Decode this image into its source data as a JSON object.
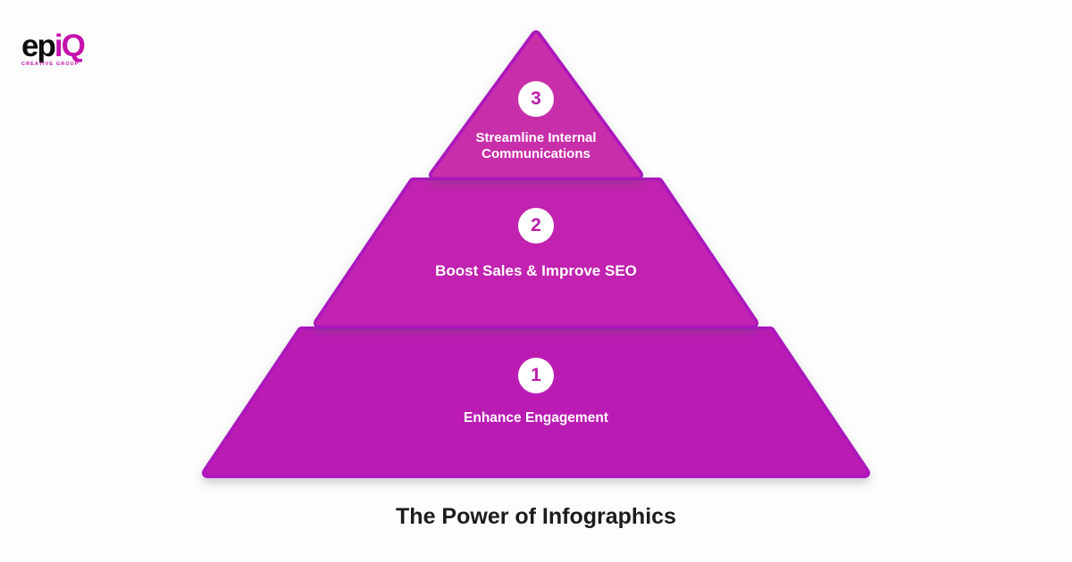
{
  "logo": {
    "text_black": "ep",
    "text_accent": "iQ",
    "subtext": "CREATIVE GROUP"
  },
  "title": "The Power of Infographics",
  "pyramid": {
    "tiers": [
      {
        "number": "3",
        "label": "Streamline Internal Communications"
      },
      {
        "number": "2",
        "label": "Boost Sales & Improve SEO"
      },
      {
        "number": "1",
        "label": "Enhance Engagement"
      }
    ]
  },
  "colors": {
    "background": "#fdfdfd",
    "tier3_fill": "#c72fa9",
    "tier2_fill": "#c124af",
    "tier1_fill": "#ba1bb3",
    "tier_border": "#ab16bd",
    "number_color": "#bb1daa",
    "label_color": "#ffffff",
    "title_color": "#1c1c1c",
    "logo_accent": "#c511ae"
  }
}
